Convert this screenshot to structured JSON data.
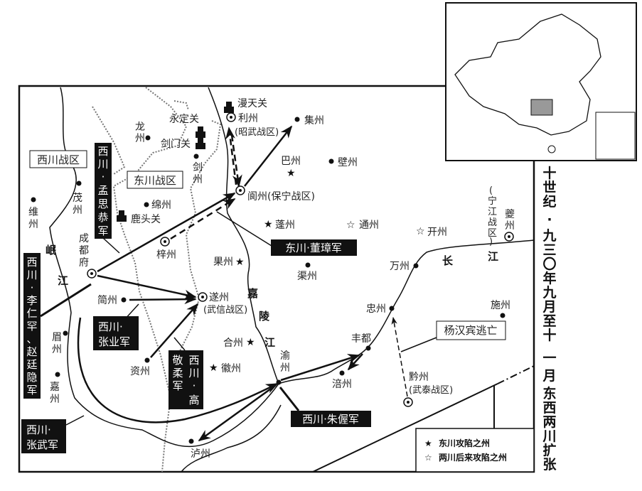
{
  "title": [
    "十",
    "世",
    "纪",
    "·",
    "九",
    "三",
    "〇",
    "年",
    "九",
    "月",
    "至",
    "十",
    "一",
    "月",
    "东",
    "西",
    "两",
    "川",
    "扩",
    "张"
  ],
  "zones": {
    "xichuan": "西川战区",
    "dongchuan": "东川战区"
  },
  "places": {
    "mantianguan": "漫天关",
    "lizhou": "利州",
    "lizhou_zone": "(昭武战区)",
    "jizhou": "集州",
    "yongdingguan": "永定关",
    "jianmenguan": "剑门关",
    "longzhou": [
      "龙",
      "州"
    ],
    "jianzhou": [
      "剑",
      "州"
    ],
    "bazhou": "巴州",
    "bizhou": "壁州",
    "maozhou": [
      "茂",
      "州"
    ],
    "weizhou": [
      "维",
      "州"
    ],
    "mianzhou": "绵州",
    "lutouguan": "鹿头关",
    "langzhou": "阆州(保宁战区)",
    "pengzhou": "蓬州",
    "tongzhou": "通州",
    "kaizhou": "开州",
    "kuizhou": [
      "夔",
      "州"
    ],
    "kuizhou_zone": [
      "(",
      "宁",
      "江",
      "战",
      "区",
      ")"
    ],
    "chengdu": [
      "成",
      "都",
      "府"
    ],
    "zizhou_tong": "梓州",
    "guozhou": "果州",
    "quzhou": "渠州",
    "wanzhou": "万州",
    "jianzhou2": "简州",
    "suizhou": "遂州",
    "suizhou_zone": "(武信战区)",
    "zhongzhou": "忠州",
    "shizhou": "施州",
    "fengdu": "丰都",
    "meizhou": [
      "眉",
      "州"
    ],
    "hezhou": "合州",
    "zizhou": "资州",
    "huizhou": "徽州",
    "yuzhou": [
      "渝",
      "州"
    ],
    "fuzhou": "涪州",
    "qianzhou": "黔州",
    "qianzhou_zone": "(武泰战区)",
    "jiazhou": [
      "嘉",
      "州"
    ],
    "luzhou": "泸州"
  },
  "rivers": {
    "minjiang": [
      "岷",
      "江"
    ],
    "jialingjiang": [
      "嘉",
      "陵",
      "江"
    ],
    "changjiang": [
      "长",
      "江"
    ]
  },
  "armies": {
    "meng": [
      "西",
      "川",
      "·",
      "孟",
      "思",
      "恭",
      "军"
    ],
    "dong": "东川·董璋军",
    "li": [
      "西",
      "川",
      "·",
      "李",
      "仁",
      "罕",
      "、",
      "赵",
      "廷",
      "隐",
      "军"
    ],
    "zhangye": [
      "西川·",
      "张业军"
    ],
    "gao_right": [
      "西",
      "川",
      "·",
      "高"
    ],
    "gao_left": [
      "敬",
      "柔",
      "军"
    ],
    "zhu": "西川·朱偓军",
    "zhangwu": [
      "西川·",
      "张武军"
    ]
  },
  "escape_label": "杨汉宾逃亡",
  "legend": [
    {
      "symbol": "★",
      "label": "东川攻陷之州"
    },
    {
      "symbol": "☆",
      "label": "两川后来攻陷之州"
    }
  ]
}
